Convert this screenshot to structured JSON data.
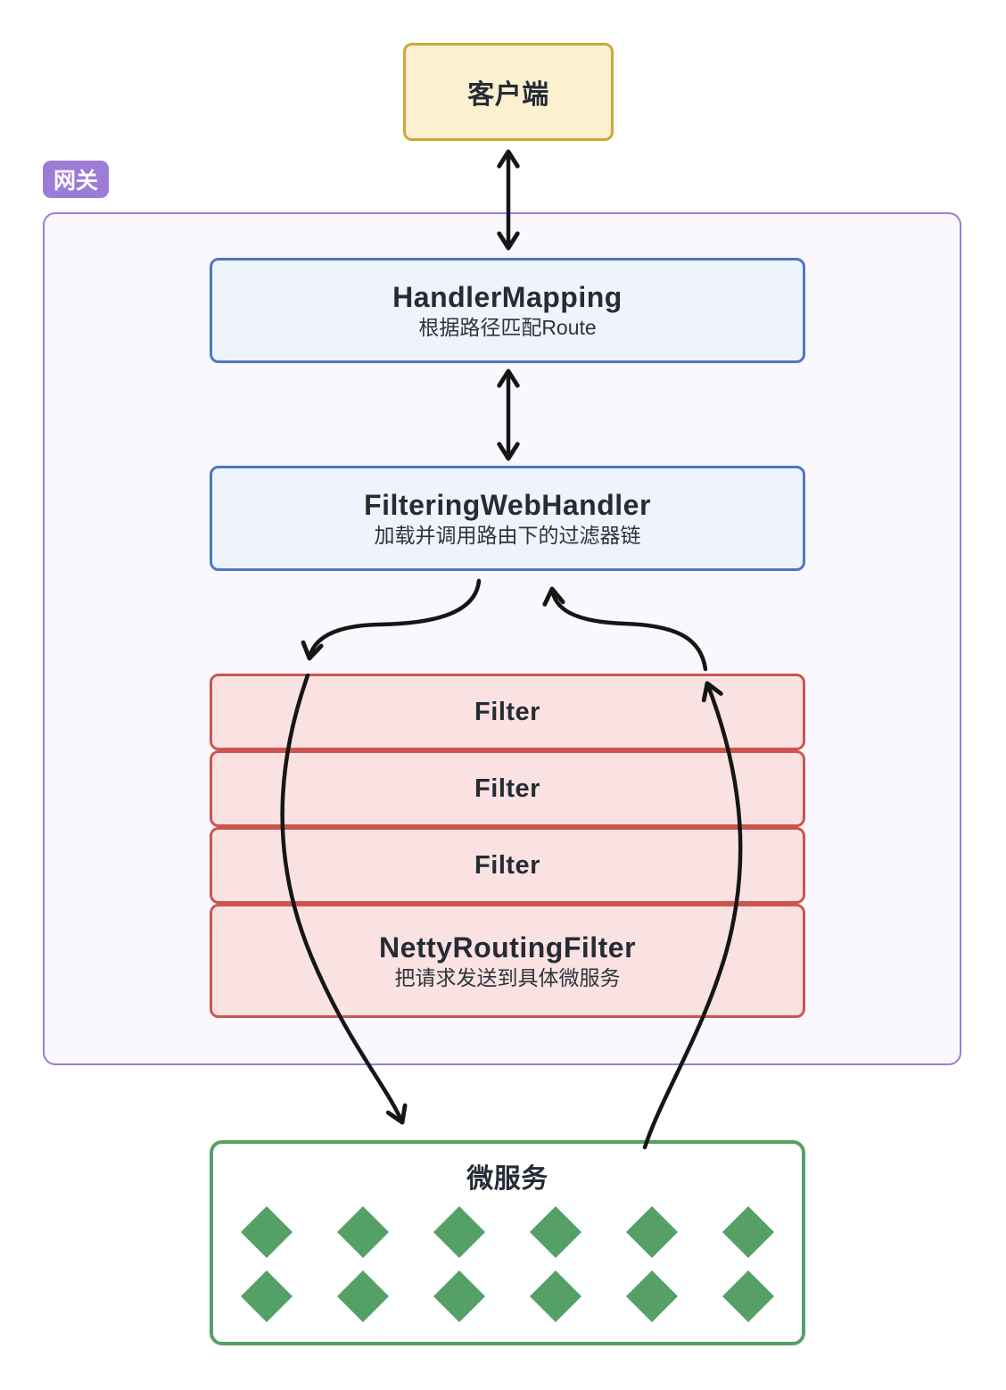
{
  "client": {
    "label": "客户端"
  },
  "gateway": {
    "badge_label": "网关",
    "handler_mapping": {
      "title": "HandlerMapping",
      "subtitle": "根据路径匹配Route"
    },
    "filtering_web_handler": {
      "title": "FilteringWebHandler",
      "subtitle": "加载并调用路由下的过滤器链"
    },
    "filters": [
      {
        "label": "Filter"
      },
      {
        "label": "Filter"
      },
      {
        "label": "Filter"
      }
    ],
    "netty_routing_filter": {
      "title": "NettyRoutingFilter",
      "subtitle": "把请求发送到具体微服务"
    }
  },
  "microservices": {
    "title": "微服务",
    "diamond_rows": 2,
    "diamond_cols": 6
  },
  "colors": {
    "client_bg": "#fbf1ce",
    "client_border": "#c9a83d",
    "gateway_badge_bg": "#9d7cd8",
    "gateway_container_bg": "#faf8fd",
    "gateway_container_border": "#9c7dd4",
    "blue_box_bg": "#eff3fb",
    "blue_box_border": "#4a77c8",
    "red_box_bg": "#fbe2e2",
    "red_box_border": "#cc5550",
    "ms_border": "#55a065",
    "diamond_fill": "#55a066",
    "arrow_stroke": "#161616",
    "text": "#262b36"
  }
}
